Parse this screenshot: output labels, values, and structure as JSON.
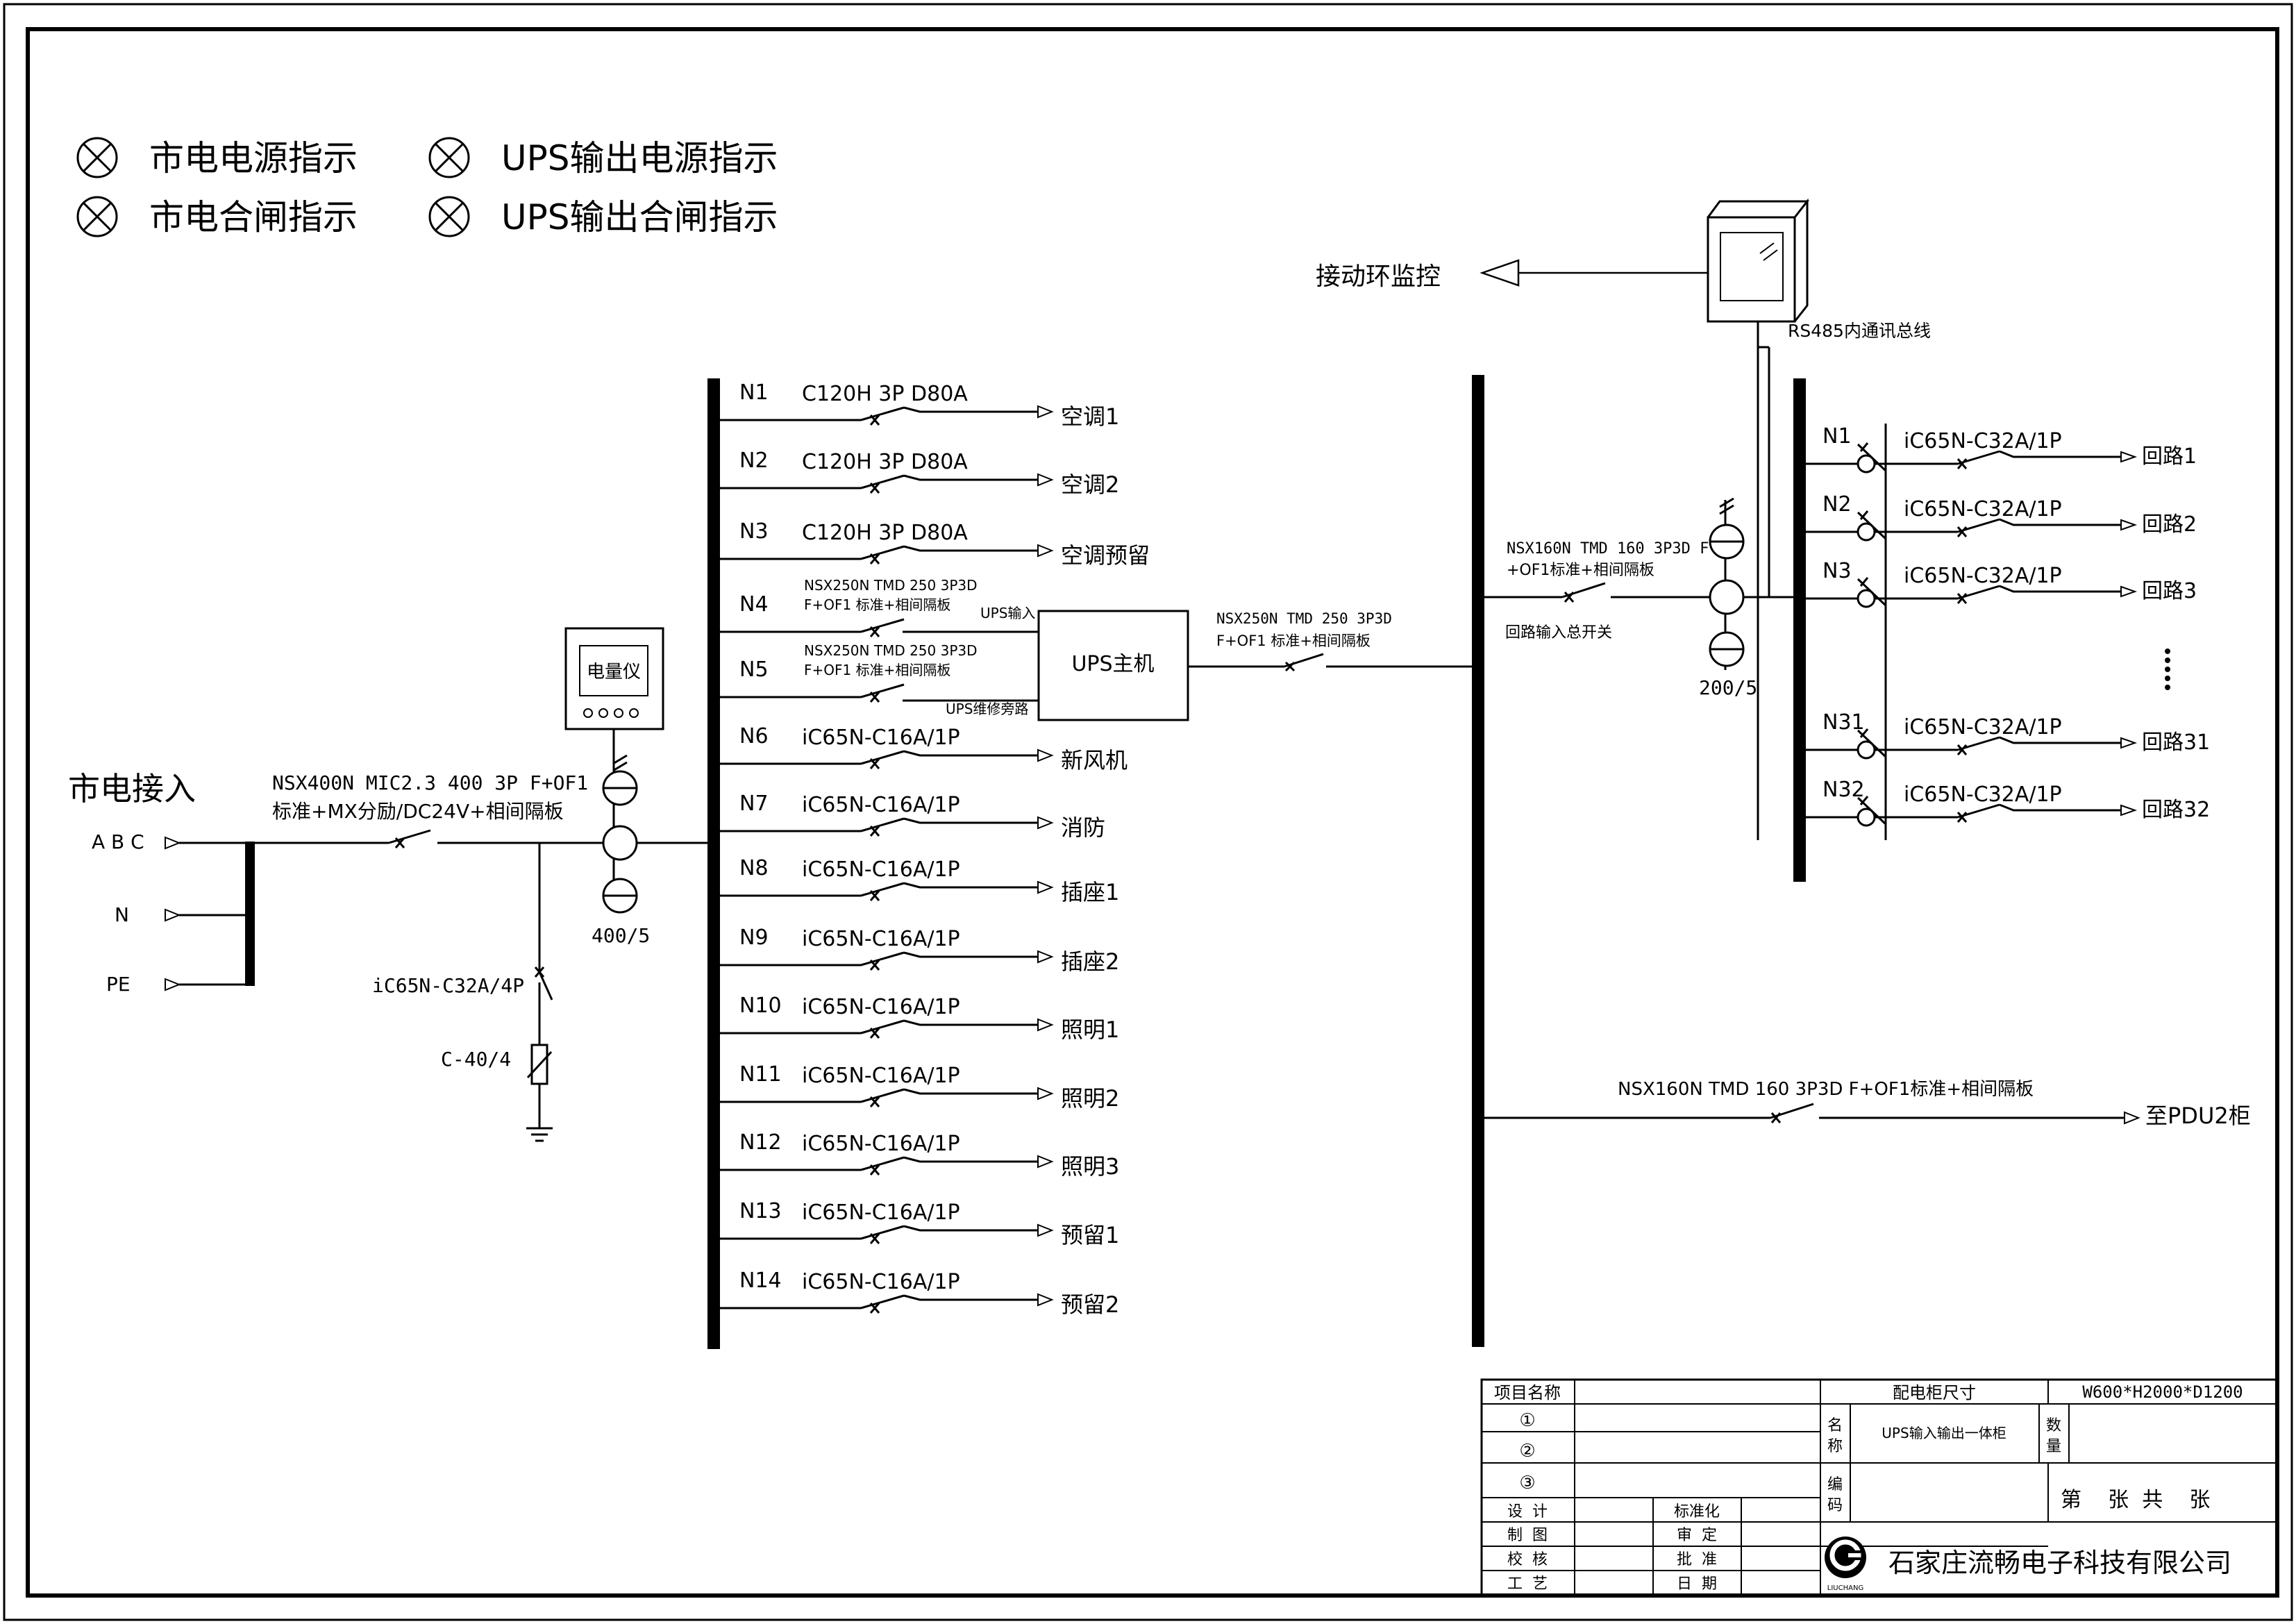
{
  "legend": {
    "items": [
      "市电电源指示",
      "UPS输出电源指示",
      "市电合闸指示",
      "UPS输出合闸指示"
    ]
  },
  "colors": {
    "line": "#000000",
    "paper": "#ffffff",
    "frame": "#000000"
  },
  "monitor": {
    "label": "接动环监控",
    "bus": "RS485内通讯总线"
  },
  "mains": {
    "title": "市电接入",
    "phases": [
      "A B C",
      "N",
      "PE"
    ],
    "breaker": [
      "NSX400N MIC2.3 400 3P F+OF1",
      "标准+MX分励/DC24V+相间隔板"
    ],
    "meter": "电量仪",
    "ct": "400/5",
    "spd_breaker": "iC65N-C32A/4P",
    "spd": "C-40/4"
  },
  "distribution": {
    "circuits": [
      {
        "id": "N1",
        "spec": "C120H 3P D80A",
        "load": "空调1"
      },
      {
        "id": "N2",
        "spec": "C120H 3P D80A",
        "load": "空调2"
      },
      {
        "id": "N3",
        "spec": "C120H 3P D80A",
        "load": "空调预留"
      },
      {
        "id": "N4",
        "spec": "NSX250N TMD 250 3P3D",
        "spec2": "F+OF1 标准+相间隔板",
        "load": "UPS输入"
      },
      {
        "id": "N5",
        "spec": "NSX250N TMD 250 3P3D",
        "spec2": "F+OF1 标准+相间隔板",
        "load": "UPS维修旁路"
      },
      {
        "id": "N6",
        "spec": "iC65N-C16A/1P",
        "load": "新风机"
      },
      {
        "id": "N7",
        "spec": "iC65N-C16A/1P",
        "load": "消防"
      },
      {
        "id": "N8",
        "spec": "iC65N-C16A/1P",
        "load": "插座1"
      },
      {
        "id": "N9",
        "spec": "iC65N-C16A/1P",
        "load": "插座2"
      },
      {
        "id": "N10",
        "spec": "iC65N-C16A/1P",
        "load": "照明1"
      },
      {
        "id": "N11",
        "spec": "iC65N-C16A/1P",
        "load": "照明2"
      },
      {
        "id": "N12",
        "spec": "iC65N-C16A/1P",
        "load": "照明3"
      },
      {
        "id": "N13",
        "spec": "iC65N-C16A/1P",
        "load": "预留1"
      },
      {
        "id": "N14",
        "spec": "iC65N-C16A/1P",
        "load": "预留2"
      }
    ]
  },
  "ups": {
    "label": "UPS主机",
    "out_breaker": [
      "NSX250N TMD 250 3P3D",
      "F+OF1 标准+相间隔板"
    ]
  },
  "output": {
    "main_breaker": [
      "NSX160N TMD 160 3P3D F",
      "+OF1标准+相间隔板"
    ],
    "main_label": "回路输入总开关",
    "ct": "200/5",
    "pdu": {
      "spec": "NSX160N TMD 160 3P3D F+OF1标准+相间隔板",
      "label": "至PDU2柜"
    },
    "circuits": [
      {
        "id": "N1",
        "spec": "iC65N-C32A/1P",
        "load": "回路1"
      },
      {
        "id": "N2",
        "spec": "iC65N-C32A/1P",
        "load": "回路2"
      },
      {
        "id": "N3",
        "spec": "iC65N-C32A/1P",
        "load": "回路3"
      },
      {
        "id": "N31",
        "spec": "iC65N-C32A/1P",
        "load": "回路31"
      },
      {
        "id": "N32",
        "spec": "iC65N-C32A/1P",
        "load": "回路32"
      }
    ]
  },
  "title_block": {
    "project_label": "项目名称",
    "rows": [
      "①",
      "②",
      "③"
    ],
    "size_label": "配电柜尺寸",
    "size": "W600*H2000*D1200",
    "name_label": "名称",
    "name": "UPS输入输出一体柜",
    "qty_label": "数量",
    "code_label": "编码",
    "sheet": "第    张  共    张",
    "roles": [
      "设  计",
      "制  图",
      "校  核",
      "工  艺"
    ],
    "roles2": [
      "标准化",
      "审  定",
      "批  准",
      "日  期"
    ],
    "logo": "LIUCHANG",
    "company": "石家庄流畅电子科技有限公司"
  }
}
